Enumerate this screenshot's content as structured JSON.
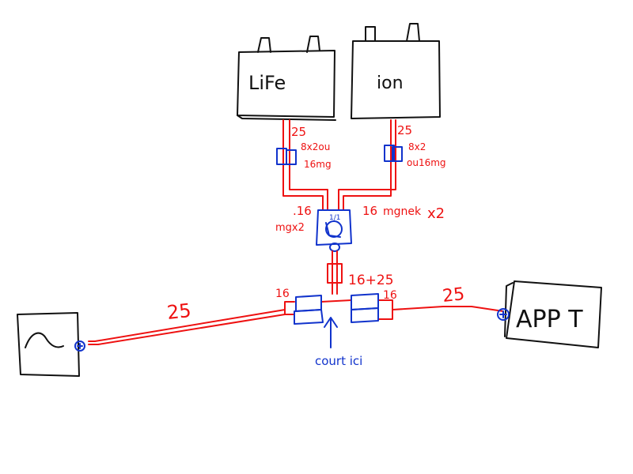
{
  "colors": {
    "ink": "#111111",
    "cable": "#ee1111",
    "connector": "#1133cc"
  },
  "batteries": {
    "lifepo4": {
      "label": "LiFe",
      "cable_gauge": "25",
      "fuse_note_line1": "8x2ou",
      "fuse_note_line2": "16mg"
    },
    "li_ion": {
      "label": "ion",
      "cable_gauge": "25",
      "fuse_note_line1": "8x2",
      "fuse_note_line2": "ou16mg"
    }
  },
  "bus_block": {
    "top_label": "1/1",
    "left_cable": {
      "gauge": ".16",
      "note": "mgx2"
    },
    "right_cable": {
      "gauge": "16",
      "note": "mgnek",
      "multiplier": "x2"
    }
  },
  "vertical_link": {
    "label": "16+25"
  },
  "main_line": {
    "left_gauge": "25",
    "right_gauge": "25",
    "left_stub_gauge": "16",
    "right_stub_gauge": "16"
  },
  "devices": {
    "inverter": {
      "icon": "sine-wave-icon"
    },
    "mppt": {
      "label": "APP T"
    }
  },
  "annotation": {
    "text": "court ici"
  }
}
